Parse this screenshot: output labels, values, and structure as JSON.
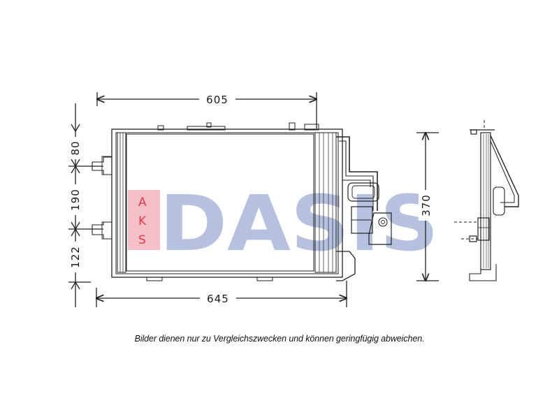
{
  "dimensions": {
    "top_width": "605",
    "bottom_width": "645",
    "height_top": "80",
    "height_middle": "190",
    "height_bottom": "122",
    "side_height": "370"
  },
  "watermark": {
    "main": "DASIS",
    "left_letters": [
      "A",
      "K",
      "S"
    ],
    "colors": {
      "blue": "#a9b7d9",
      "red": "#f2aab4"
    }
  },
  "caption": "Bilder dienen nur zu Vergleichszwecken und können geringfügig abweichen."
}
